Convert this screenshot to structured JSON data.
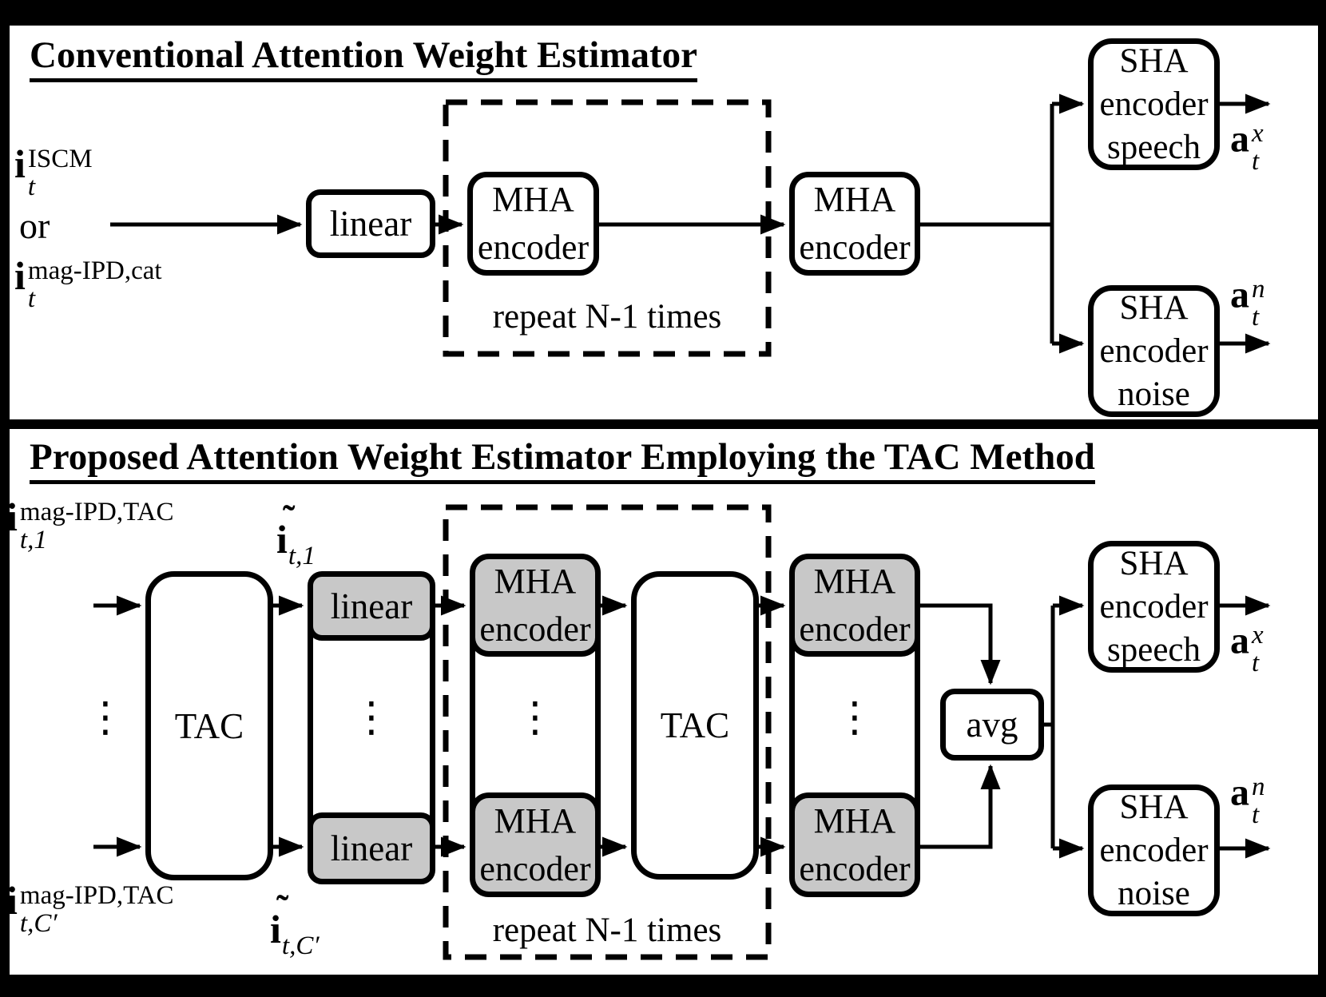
{
  "colors": {
    "background": "#000000",
    "panel": "#ffffff",
    "ink": "#000000",
    "box_gray": "#c8c8c8"
  },
  "top_panel": {
    "title": "Conventional Attention Weight Estimator",
    "input_top": {
      "base": "i",
      "sup": "ISCM",
      "sub": "t"
    },
    "or_label": "or",
    "input_bottom": {
      "base": "i",
      "sup": "mag-IPD,cat",
      "sub": "t"
    },
    "linear_box": "linear",
    "mha_box_1": {
      "line1": "MHA",
      "line2": "encoder"
    },
    "mha_box_2": {
      "line1": "MHA",
      "line2": "encoder"
    },
    "repeat_label": "repeat N-1 times",
    "sha_speech_box": {
      "line1": "SHA",
      "line2": "encoder",
      "line3": "speech"
    },
    "sha_noise_box": {
      "line1": "SHA",
      "line2": "encoder",
      "line3": "noise"
    },
    "output_speech": {
      "base": "a",
      "sup": "x",
      "sub": "t"
    },
    "output_noise": {
      "base": "a",
      "sup": "n",
      "sub": "t"
    }
  },
  "bottom_panel": {
    "title": "Proposed Attention Weight Estimator Employing the TAC Method",
    "input_top": {
      "base": "i",
      "sup": "mag-IPD,TAC",
      "sub": "t,1"
    },
    "input_bottom": {
      "base": "i",
      "sup": "mag-IPD,TAC",
      "sub": "t,C′"
    },
    "tac_box_1": "TAC",
    "tilde_top": {
      "tilde": "˜",
      "base": "i",
      "sub": "t,1"
    },
    "tilde_bottom": {
      "tilde": "˜",
      "base": "i",
      "sub": "t,C′"
    },
    "linear_box_top": "linear",
    "linear_box_bottom": "linear",
    "mha_box_rep_top": {
      "line1": "MHA",
      "line2": "encoder"
    },
    "mha_box_rep_bottom": {
      "line1": "MHA",
      "line2": "encoder"
    },
    "repeat_label": "repeat N-1 times",
    "tac_box_2": "TAC",
    "mha_box_out_top": {
      "line1": "MHA",
      "line2": "encoder"
    },
    "mha_box_out_bottom": {
      "line1": "MHA",
      "line2": "encoder"
    },
    "avg_box": "avg",
    "sha_speech_box": {
      "line1": "SHA",
      "line2": "encoder",
      "line3": "speech"
    },
    "sha_noise_box": {
      "line1": "SHA",
      "line2": "encoder",
      "line3": "noise"
    },
    "output_speech": {
      "base": "a",
      "sup": "x",
      "sub": "t"
    },
    "output_noise": {
      "base": "a",
      "sup": "n",
      "sub": "t"
    },
    "dots": "⋮"
  }
}
